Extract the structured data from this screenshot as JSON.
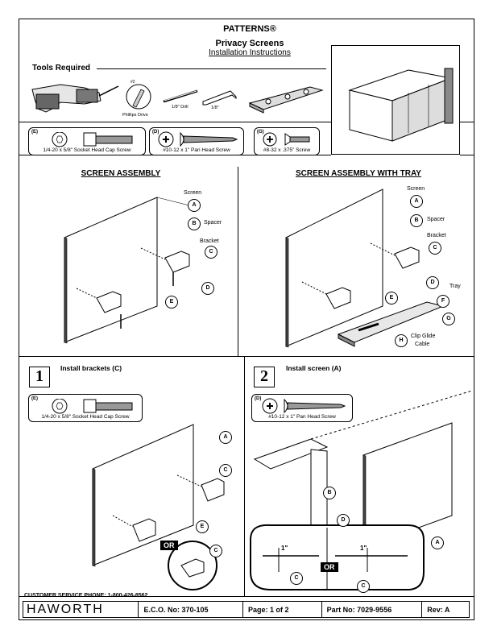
{
  "header": {
    "brand": "PATTERNS®",
    "title": "Privacy Screens",
    "subtitle": "Installation Instructions"
  },
  "tools": {
    "label": "Tools Required",
    "items": [
      "Phillips Drive",
      "#2",
      "1/8\" Drill",
      "1/8\""
    ]
  },
  "fasteners": {
    "E": {
      "letter": "(E)",
      "caption": "1/4-20 x 5/8\" Socket Head Cap Screw"
    },
    "D": {
      "letter": "(D)",
      "caption": "#10-12 x 1\" Pan Head Screw"
    },
    "G": {
      "letter": "(G)",
      "caption": "#8-32 x .375\" Screw"
    }
  },
  "sections": {
    "assembly": "SCREEN ASSEMBLY",
    "assembly_tray": "SCREEN ASSEMBLY WITH TRAY"
  },
  "parts": {
    "screen": "Screen",
    "spacer": "Spacer",
    "bracket": "Bracket",
    "tray": "Tray",
    "clip": "Clip Glide",
    "cable": "Cable"
  },
  "callouts": {
    "A": "A",
    "B": "B",
    "C": "C",
    "D": "D",
    "E": "E",
    "F": "F",
    "G": "G",
    "H": "H"
  },
  "steps": [
    {
      "num": "1",
      "title": "Install brackets (C)"
    },
    {
      "num": "2",
      "title": "Install screen (A)"
    }
  ],
  "dims": {
    "one_inch": "1\""
  },
  "or_label": "OR",
  "service": "CUSTOMER SERVICE PHONE: 1-800-426-8562",
  "footer": {
    "logo": "HAWORTH",
    "eco": "E.C.O. No: 370-105",
    "page": "Page: 1 of 2",
    "part": "Part No: 7029-9556",
    "rev": "Rev: A"
  }
}
